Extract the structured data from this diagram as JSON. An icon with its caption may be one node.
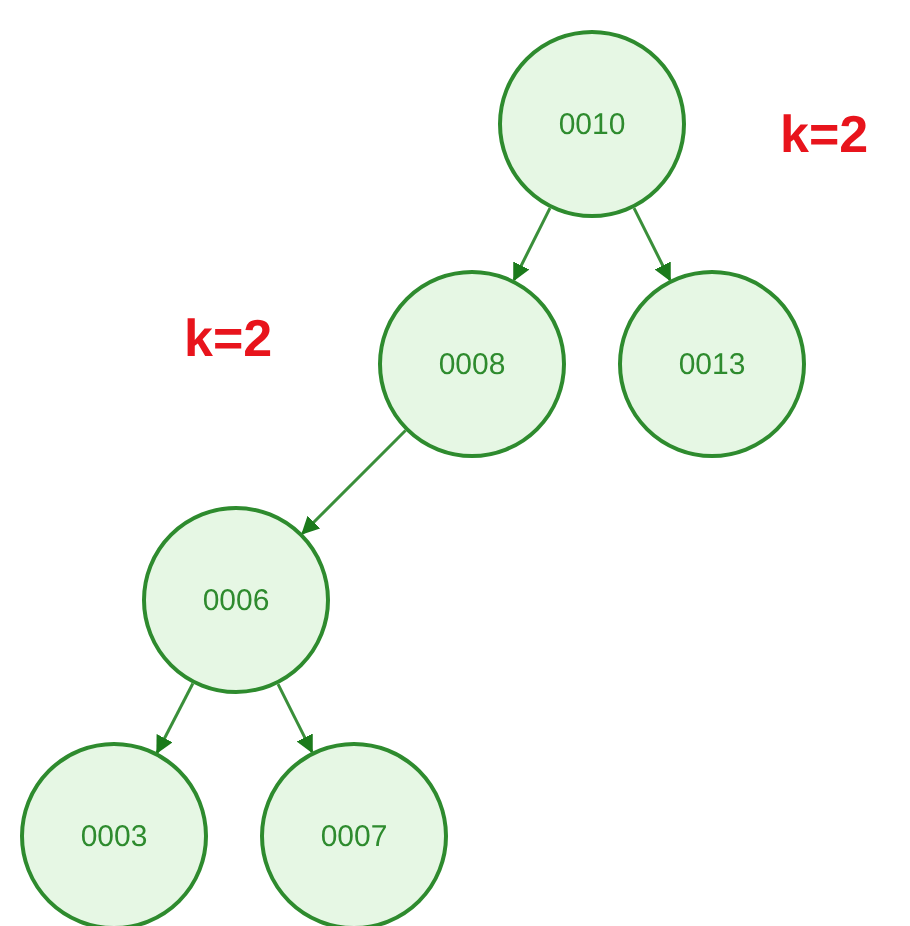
{
  "diagram": {
    "nodes": [
      {
        "text": [
          "0010"
        ]
      },
      {
        "text": [
          "0008"
        ]
      },
      {
        "text": [
          "0013"
        ]
      },
      {
        "text": [
          "0006"
        ]
      },
      {
        "text": [
          "0003"
        ]
      },
      {
        "text": [
          "0007"
        ]
      }
    ],
    "edges": [
      {
        "from": 0,
        "to": 1,
        "arrow": "to"
      },
      {
        "from": 0,
        "to": 2,
        "arrow": "to"
      },
      {
        "from": 1,
        "to": 3,
        "arrow": "to"
      },
      {
        "from": 3,
        "to": 4,
        "arrow": "to"
      },
      {
        "from": 3,
        "to": 5,
        "arrow": "to"
      }
    ],
    "labels": [
      "k=2",
      "k=2"
    ]
  }
}
